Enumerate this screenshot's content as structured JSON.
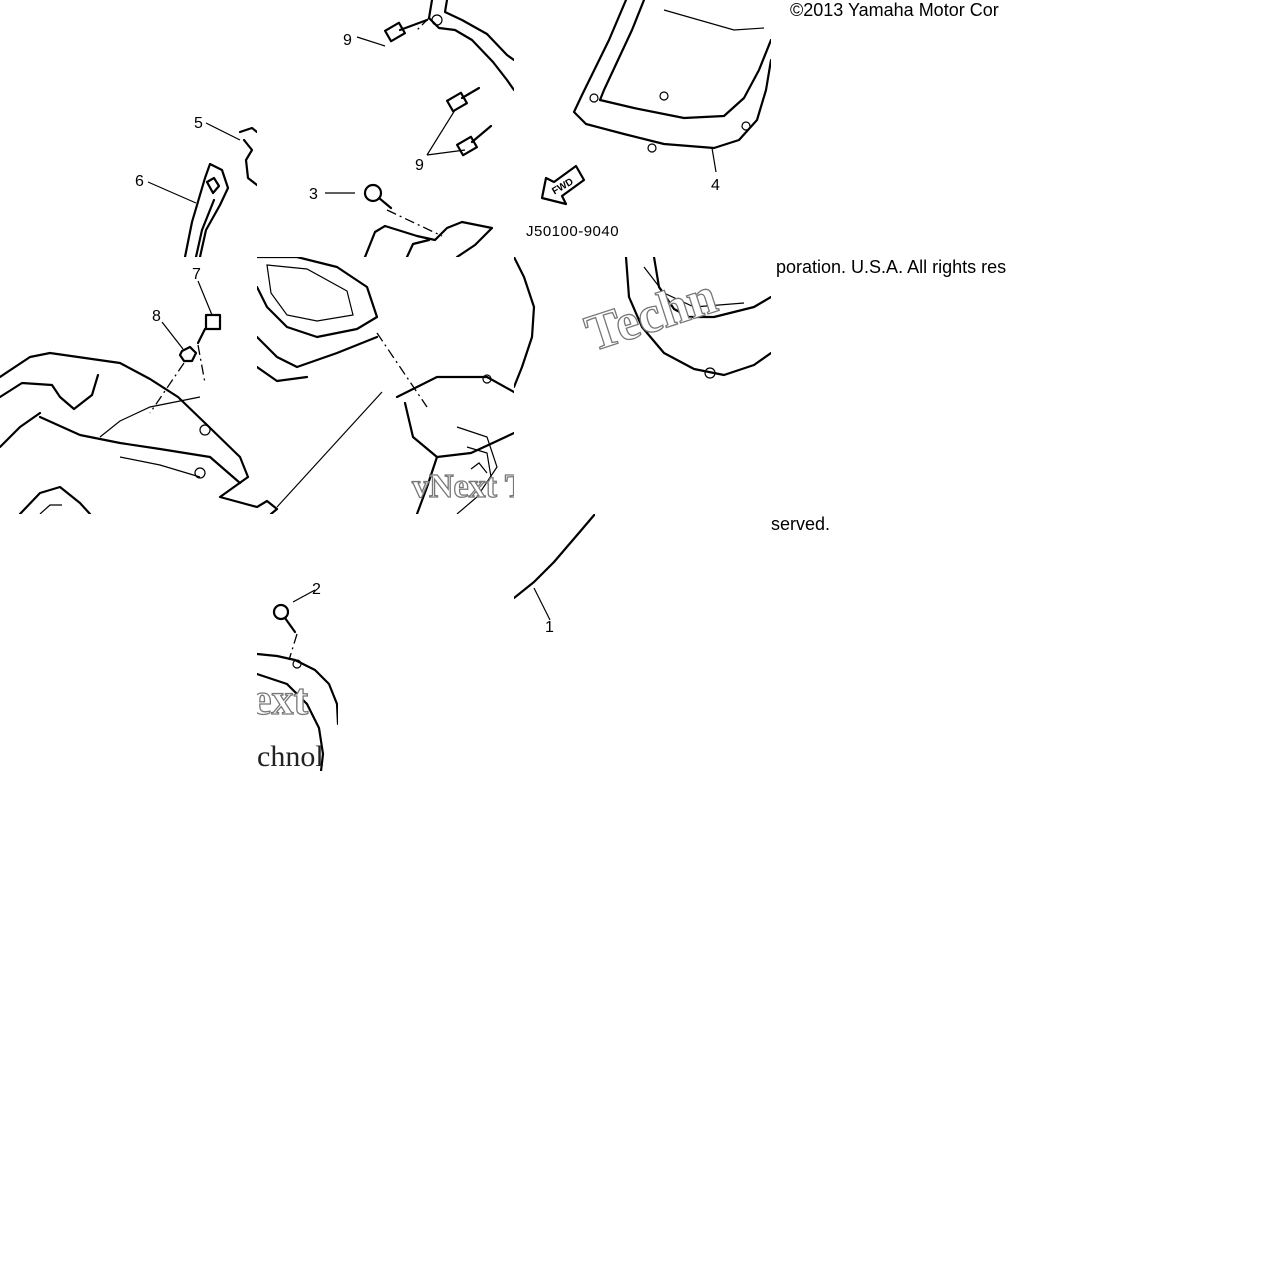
{
  "copyright_parts": {
    "part1": "©2013 Yamaha Motor Cor",
    "part2": "poration. U.S.A. All rights res",
    "part3": "served."
  },
  "diagram_code": "J50100-9040",
  "fwd_label": "FWD",
  "callouts": {
    "c1": "1",
    "c2": "2",
    "c3": "3",
    "c4": "4",
    "c5": "5",
    "c6": "6",
    "c7": "7",
    "c8": "8",
    "c9a": "9",
    "c9b": "9"
  },
  "watermark_fragments": {
    "w1": "Techn",
    "w2": "vNext Te",
    "w3": "ext",
    "w4": "chnol"
  }
}
